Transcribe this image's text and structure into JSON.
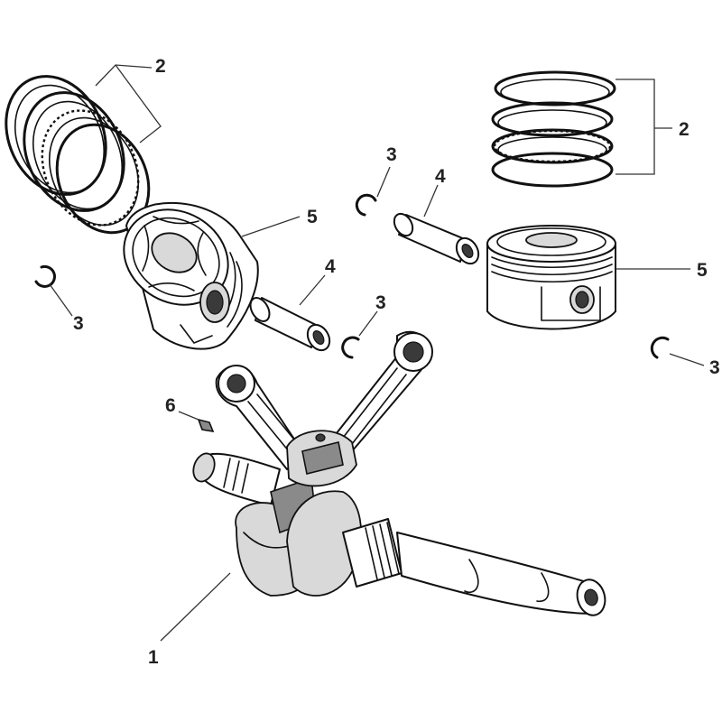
{
  "callouts": {
    "crankshaft": "1",
    "rings_left": "2",
    "rings_right": "2",
    "clip_left": "3",
    "clip_center": "3",
    "clip_upper": "3",
    "clip_right": "3",
    "pin_center": "4",
    "pin_right": "4",
    "piston_left": "5",
    "piston_right": "5",
    "key": "6"
  }
}
